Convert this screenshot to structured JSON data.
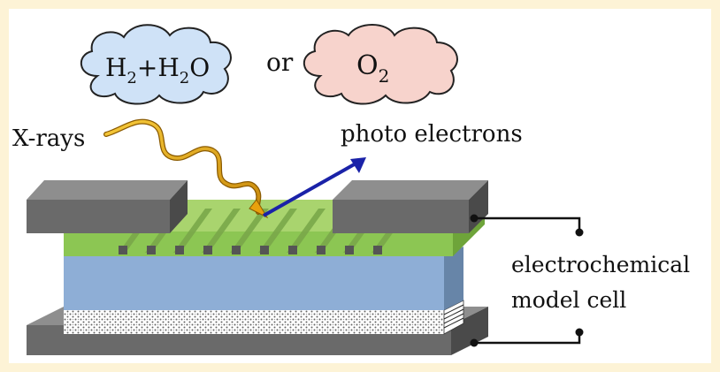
{
  "diagram": {
    "cloud_left": {
      "formula": [
        "H",
        "2",
        "+H",
        "2",
        "O"
      ],
      "fill": "#cfe2f7"
    },
    "or_text": "or",
    "cloud_right": {
      "formula": [
        "O",
        "2"
      ],
      "fill": "#f7d3cc"
    },
    "xrays_label": "X-rays",
    "photo_electrons_label": "photo electrons",
    "cell_label_line1": "electrochemical",
    "cell_label_line2": "model cell",
    "colors": {
      "frame": "#fdf3d6",
      "electrode_gray": "#6d6d6d",
      "film_green": "#8cc653",
      "electrolyte_blue": "#8eaed6",
      "arrow_blue": "#1a22a8",
      "xray_gold": "#e0a316"
    }
  }
}
